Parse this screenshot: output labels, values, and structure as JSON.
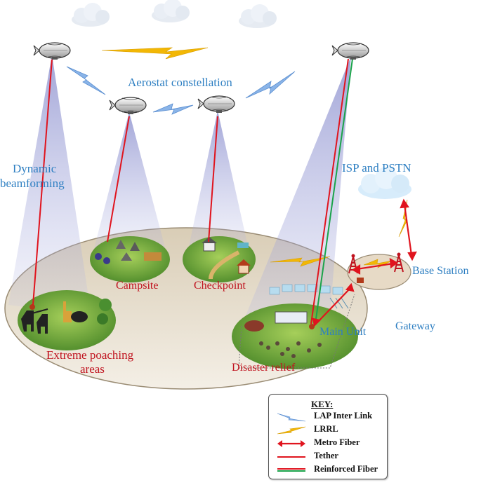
{
  "labels": {
    "aerostat_constellation": "Aerostat constellation",
    "dynamic_line1": "Dynamic",
    "dynamic_line2": "beamforming",
    "isp_pstn": "ISP and PSTN",
    "base_station": "Base Station",
    "gateway": "Gateway",
    "main_unit": "Main Unit",
    "campsite": "Campsite",
    "checkpoint": "Checkpoint",
    "poaching_line1": "Extreme poaching",
    "poaching_line2": "areas",
    "disaster_relief": "Disaster relief"
  },
  "key": {
    "title": "KEY:",
    "items": [
      {
        "label": "LAP Inter Link",
        "icon": "blue-zigzag-icon"
      },
      {
        "label": "LRRL",
        "icon": "yellow-zigzag-icon"
      },
      {
        "label": "Metro Fiber",
        "icon": "red-double-arrow-icon"
      },
      {
        "label": "Tether",
        "icon": "red-line-icon"
      },
      {
        "label": "Reinforced Fiber",
        "icon": "red-green-line-icon"
      }
    ]
  },
  "colors": {
    "label_blue": "#2e7fc2",
    "label_red": "#c0131f",
    "tether_red": "#e0141e",
    "fiber_green": "#1aa34a",
    "lrrl_yellow": "#f2b705",
    "inter_link_blue": "#8ab4e8",
    "ground_fill": "#efe6d8",
    "beam": "#7d82c9"
  }
}
